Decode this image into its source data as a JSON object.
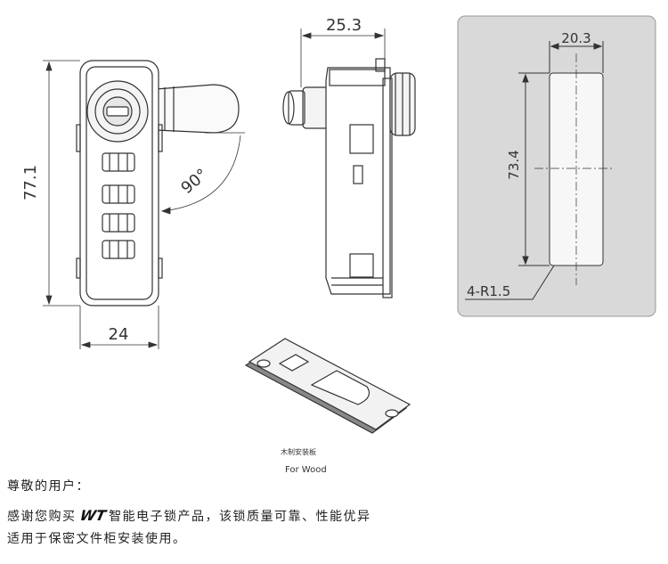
{
  "dimensions": {
    "height_front": "77.1",
    "width_front": "24",
    "angle": "90°",
    "width_side": "25.3",
    "cutout_width": "20.3",
    "cutout_height": "73.4",
    "corner_radius": "4-R1.5"
  },
  "plate_caption": {
    "zh": "木制安装板",
    "en": "For Wood"
  },
  "description": {
    "greeting": "尊敬的用户：",
    "line1_before_logo": "感谢您购买",
    "logo": "WT",
    "line1_after_logo": "智能电子锁产品，该锁质量可靠、性能优异",
    "line2": "适用于保密文件柜安装使用。"
  },
  "colors": {
    "panel_bg": "#d9d9d9",
    "outline": "#333333"
  }
}
